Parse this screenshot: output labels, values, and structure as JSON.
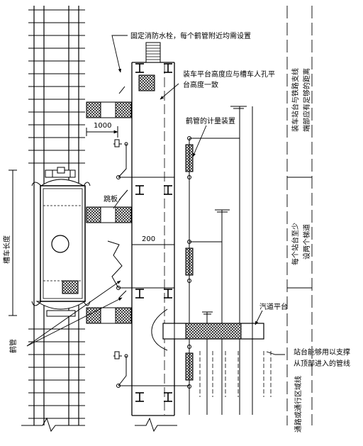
{
  "labels": {
    "fixed_fire_hydrant": "固定消防水栓，每个鹤管附近均需设置",
    "platform_height": "装车平台高度应与槽车人孔平",
    "platform_height_2": "台高度一致",
    "metering": "鹤管的计量装置",
    "gangplank": "跳板",
    "distance_1000": "1000",
    "distance_200": "200",
    "tank_length": "槽车长度",
    "crane_pipe": "鹤管",
    "pass_platform": "汽道平台",
    "right_top_1": "装车站台与铁路支线",
    "right_top_2": "端部应有足够的距离",
    "right_mid_1": "每个站台至少",
    "right_mid_2": "设两个梯道",
    "right_bot_1": "站台能够用以支撑",
    "right_bot_2": "从顶部进入的管线",
    "bottom_vertical": "通路或通行区域线"
  }
}
